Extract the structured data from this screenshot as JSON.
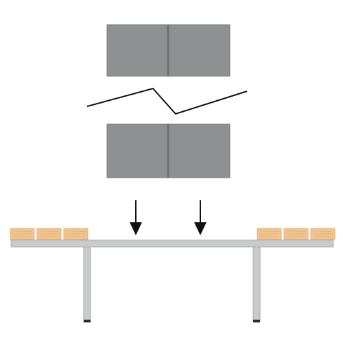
{
  "figure": {
    "description_icons": [
      "panel-icon",
      "break-line-icon",
      "down-arrow-icon",
      "wood-block-icon",
      "table-icon"
    ],
    "colors": {
      "background": "#ffffff",
      "panel_fill": "#8f9092",
      "panel_stroke": "#7a7b7d",
      "panel_divider": "#6e6f71",
      "break_line": "#111111",
      "arrow": "#111111",
      "table_top": "#c9cacb",
      "table_top_edge": "#b0b1b3",
      "table_leg": "#c9cacb",
      "table_leg_edge": "#a9aaac",
      "table_foot": "#2a2a2a",
      "wood_fill": "#f2c48f",
      "wood_grain": "#d9a66c",
      "wood_edge": "#e0b07a"
    },
    "upper_panel": {
      "sections": 2
    },
    "lower_panel": {
      "sections": 2
    },
    "arrows": {
      "count": 2,
      "direction": "down"
    },
    "left_blocks": {
      "count": 3
    },
    "right_blocks": {
      "count": 3
    },
    "table": {
      "legs": 2
    }
  }
}
